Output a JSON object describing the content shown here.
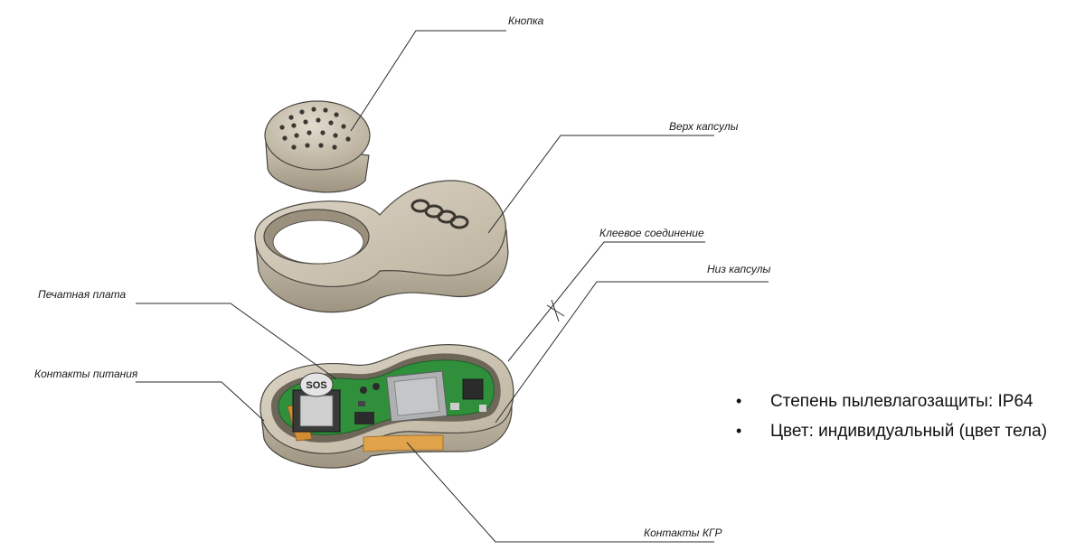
{
  "labels": {
    "button": "Кнопка",
    "capsule_top": "Верх капсулы",
    "adhesive_joint": "Клеевое соединение",
    "capsule_bottom": "Низ капсулы",
    "pcb": "Печатная плата",
    "power_contacts": "Контакты питания",
    "kgr_contacts": "Контакты КГР",
    "sos_key": "SOS"
  },
  "specs": [
    "Степень пылевлагозащиты: IP64",
    "Цвет: индивидуальный (цвет тела)"
  ],
  "colors": {
    "housing": "#cfc6b6",
    "housing_shadow": "#a79d8b",
    "pcb": "#2f8f3a",
    "contacts": "#e0a24a"
  }
}
